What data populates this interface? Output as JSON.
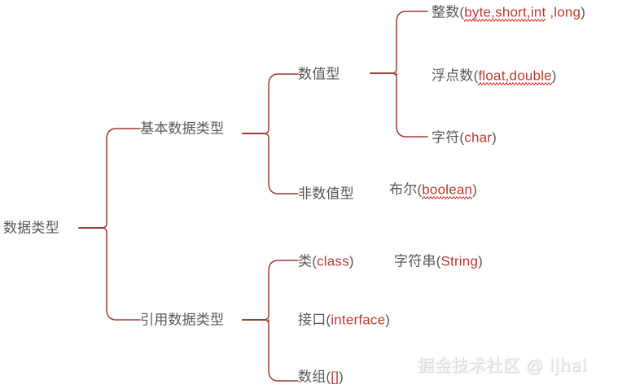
{
  "diagram": {
    "title": "数据类型",
    "line_color": "#9e3b36",
    "text_color": "#595757",
    "accent_color": "#b93a32",
    "spellcheck_color": "#d93025",
    "nodes": {
      "root": {
        "label": "数据类型"
      },
      "primitive": {
        "label": "基本数据类型"
      },
      "numeric": {
        "label": "数值型"
      },
      "non_numeric": {
        "label": "非数值型"
      },
      "integer": {
        "cn": "整数",
        "open": "(",
        "en": "byte,short,int",
        "tail": " ,long",
        "close": ")"
      },
      "float": {
        "cn": "浮点数",
        "open": "(",
        "en": "float,double",
        "close": ")"
      },
      "char": {
        "cn": "字符",
        "open": "(",
        "en": "char",
        "close": ")"
      },
      "boolean": {
        "cn": "布尔",
        "open": "(",
        "en": "boolean",
        "close": ")"
      },
      "reference": {
        "label": "引用数据类型"
      },
      "class": {
        "cn": "类",
        "open": "(",
        "en": "class",
        "close": ")"
      },
      "string": {
        "cn": "字符串",
        "open": "(",
        "en": "String",
        "close": ")"
      },
      "interface": {
        "cn": "接口",
        "open": "(",
        "en": "interface",
        "close": ")"
      },
      "array": {
        "cn": "数组",
        "open": "(",
        "en": "[]",
        "close": ")"
      }
    },
    "watermark": "掘金技术社区 @ ljhai"
  }
}
